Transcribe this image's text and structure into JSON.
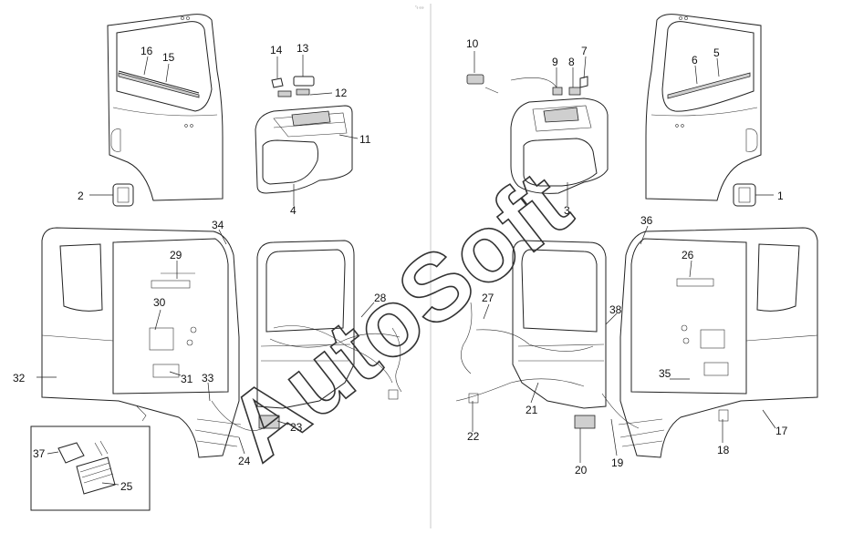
{
  "sheet_mark": "°₀ ₀₀₀",
  "watermark": "AutoSoft",
  "callouts": [
    {
      "n": "1"
    },
    {
      "n": "2"
    },
    {
      "n": "3"
    },
    {
      "n": "4"
    },
    {
      "n": "5"
    },
    {
      "n": "6"
    },
    {
      "n": "7"
    },
    {
      "n": "8"
    },
    {
      "n": "9"
    },
    {
      "n": "10"
    },
    {
      "n": "11"
    },
    {
      "n": "12"
    },
    {
      "n": "13"
    },
    {
      "n": "14"
    },
    {
      "n": "15"
    },
    {
      "n": "16"
    },
    {
      "n": "17"
    },
    {
      "n": "18"
    },
    {
      "n": "19"
    },
    {
      "n": "20"
    },
    {
      "n": "21"
    },
    {
      "n": "22"
    },
    {
      "n": "23"
    },
    {
      "n": "24"
    },
    {
      "n": "25"
    },
    {
      "n": "26"
    },
    {
      "n": "27"
    },
    {
      "n": "28"
    },
    {
      "n": "29"
    },
    {
      "n": "30"
    },
    {
      "n": "31"
    },
    {
      "n": "32"
    },
    {
      "n": "33"
    },
    {
      "n": "34"
    },
    {
      "n": "35"
    },
    {
      "n": "36"
    },
    {
      "n": "37"
    },
    {
      "n": "38"
    }
  ]
}
